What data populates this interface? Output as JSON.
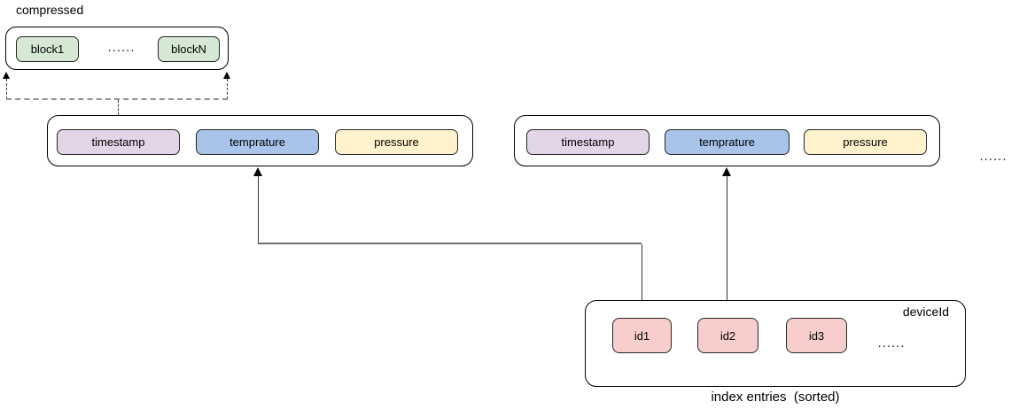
{
  "compressed_group": {
    "label": "compressed",
    "blocks": [
      "block1",
      "blockN"
    ],
    "ellipsis": "......"
  },
  "records": [
    {
      "fields": [
        "timestamp",
        "temprature",
        "pressure"
      ]
    },
    {
      "fields": [
        "timestamp",
        "temprature",
        "pressure"
      ]
    }
  ],
  "records_ellipsis": "......",
  "index_group": {
    "corner_label": "deviceId",
    "entries": [
      "id1",
      "id2",
      "id3"
    ],
    "ellipsis": "......",
    "caption": "index entries  (sorted)"
  },
  "colors": {
    "block_fill": "#d5e8d4",
    "timestamp_fill": "#e1d5e7",
    "temperature_fill": "#a8c4ea",
    "pressure_fill": "#fdf2cc",
    "index_id_fill": "#f8cecc",
    "stroke": "#000000",
    "connector_gray": "#6e6e6e",
    "dashed_gray": "#919191"
  }
}
